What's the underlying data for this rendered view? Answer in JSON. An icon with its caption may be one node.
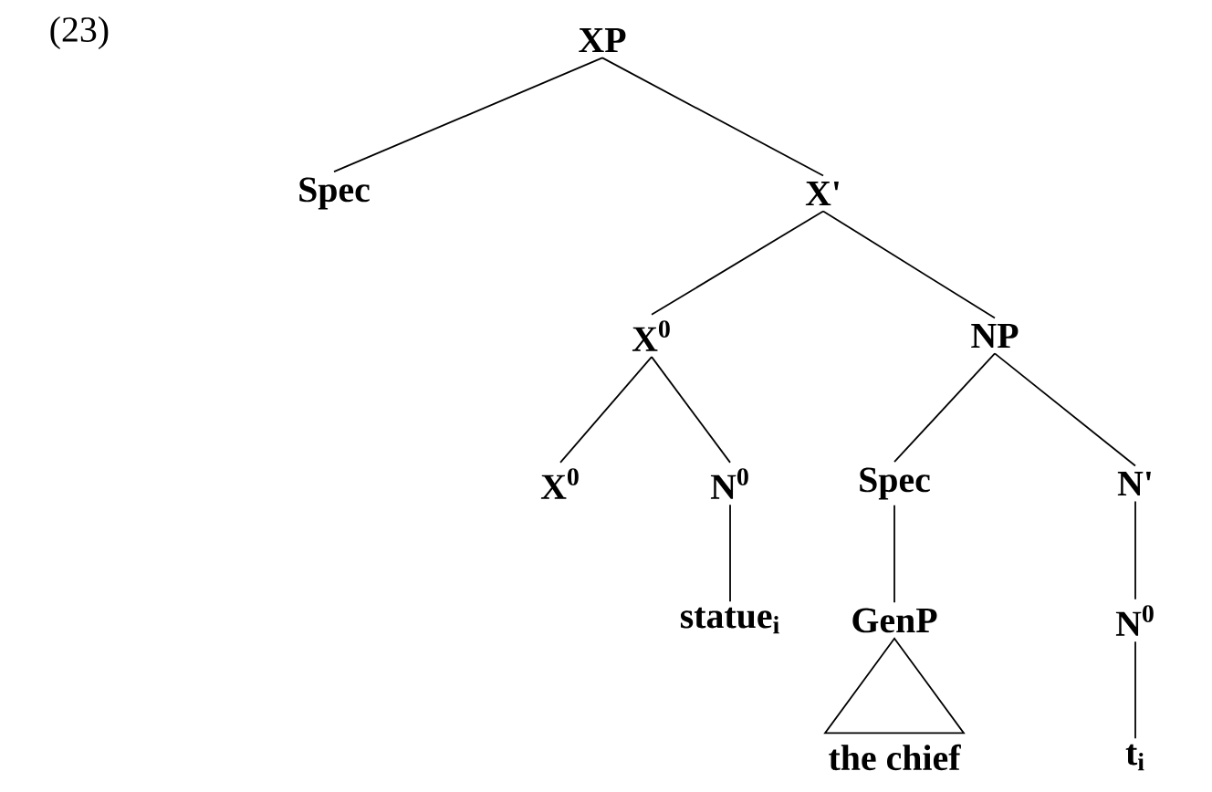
{
  "diagram": {
    "nodes": [
      {
        "text": [
          "XP"
        ]
      },
      {
        "text": [
          "Spec"
        ]
      },
      {
        "text": [
          "X'"
        ]
      },
      {
        "text": [
          "X$^{0}$"
        ]
      },
      {
        "text": [
          "NP"
        ]
      },
      {
        "text": [
          "X$^{0}$"
        ]
      },
      {
        "text": [
          "N$^{0}$"
        ]
      },
      {
        "text": [
          "Spec"
        ]
      },
      {
        "text": [
          "N'"
        ]
      },
      {
        "text": [
          "statue$_{i}$"
        ]
      },
      {
        "text": [
          "GenP"
        ]
      },
      {
        "text": [
          "N$^{0}$"
        ]
      },
      {
        "text": [
          "the chief"
        ]
      },
      {
        "text": [
          "t$_{i}$"
        ]
      }
    ],
    "edges": [
      {
        "from": 0,
        "to": 1,
        "arrow": "none"
      },
      {
        "from": 0,
        "to": 2,
        "arrow": "none"
      },
      {
        "from": 2,
        "to": 3,
        "arrow": "none"
      },
      {
        "from": 2,
        "to": 4,
        "arrow": "none"
      },
      {
        "from": 3,
        "to": 5,
        "arrow": "none"
      },
      {
        "from": 3,
        "to": 6,
        "arrow": "none"
      },
      {
        "from": 4,
        "to": 7,
        "arrow": "none"
      },
      {
        "from": 4,
        "to": 8,
        "arrow": "none"
      },
      {
        "from": 6,
        "to": 9,
        "arrow": "none"
      },
      {
        "from": 7,
        "to": 10,
        "arrow": "none"
      },
      {
        "from": 8,
        "to": 11,
        "arrow": "none"
      },
      {
        "from": 10,
        "to": 12,
        "arrow": "none"
      },
      {
        "from": 11,
        "to": 13,
        "arrow": "none"
      }
    ],
    "labels": [
      "(23)"
    ]
  }
}
